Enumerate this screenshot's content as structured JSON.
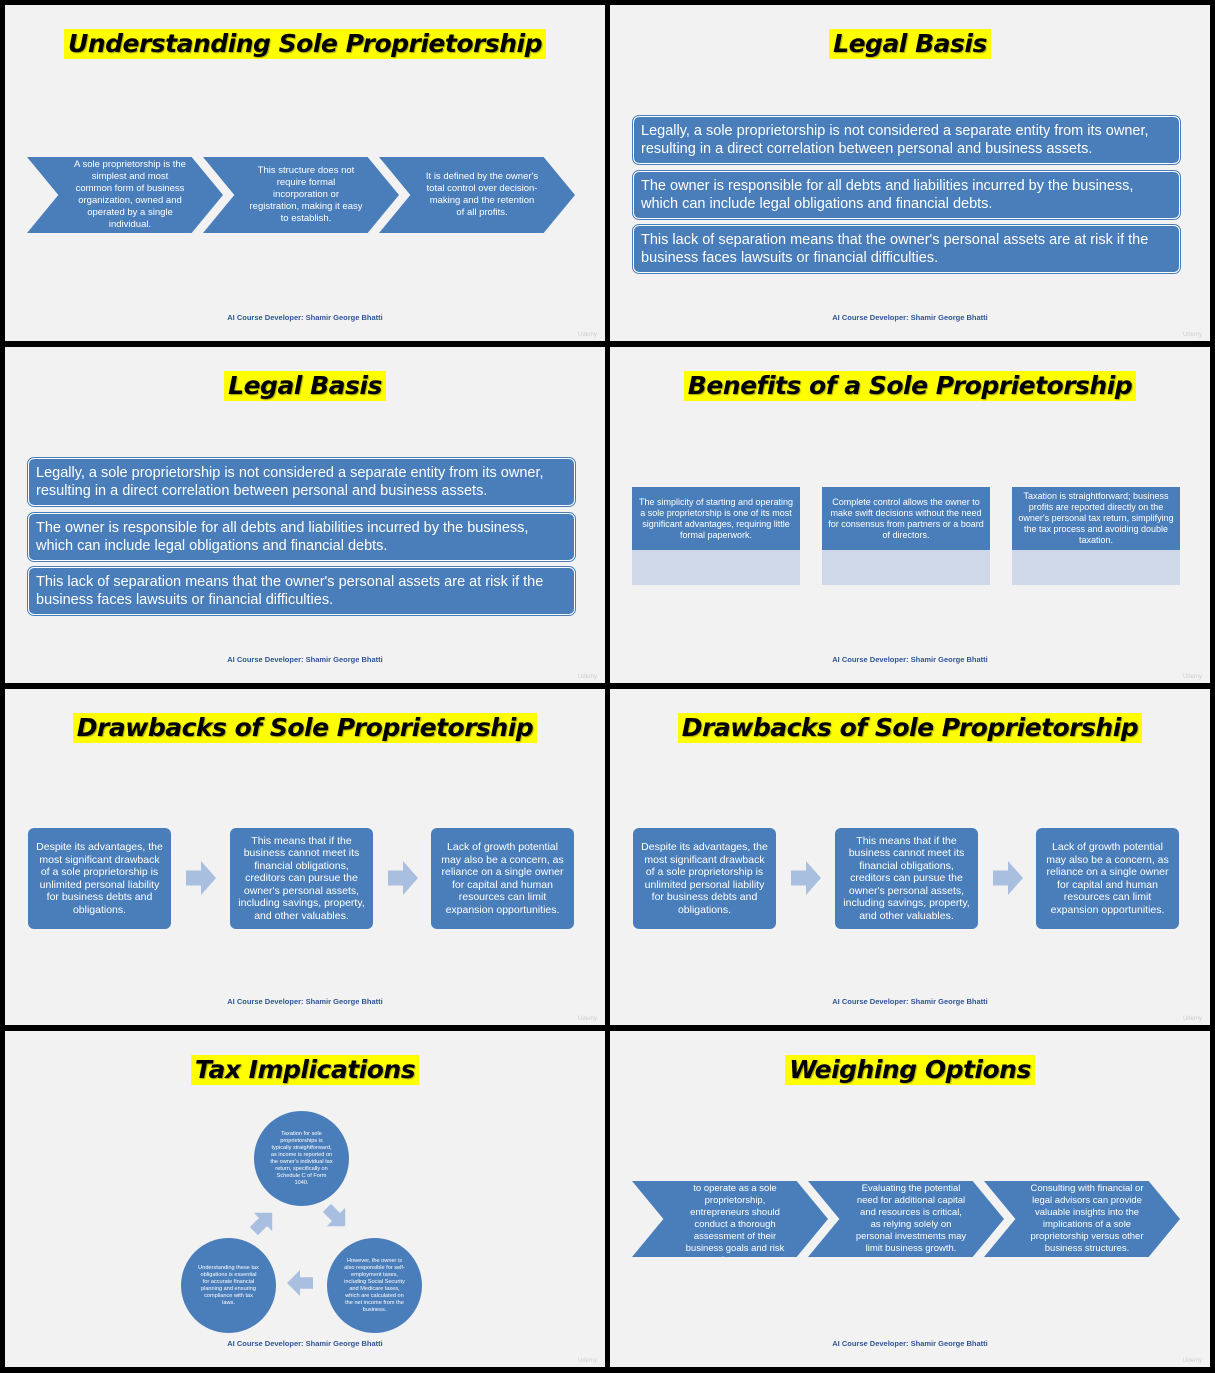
{
  "footer_text": "AI Course Developer: Shamir George Bhatti",
  "watermark_text": "Udemy",
  "colors": {
    "accent": "#4a7ebb",
    "highlight": "#ffff00",
    "footer": "#2f5597"
  },
  "slides": [
    {
      "title": "Understanding Sole Proprietorship",
      "items": [
        "A sole proprietorship is the simplest and most common form of business organization, owned and operated by a single individual.",
        "This structure does not require formal incorporation or registration, making it easy to establish.",
        "It is defined by the owner's total control over decision-making and the retention of all profits."
      ]
    },
    {
      "title": "Legal Basis",
      "items": [
        "Legally, a sole proprietorship is not considered a separate entity from its owner, resulting in a direct correlation between personal and business assets.",
        "The owner is responsible for all debts and liabilities incurred by the business, which can include legal obligations and financial debts.",
        "This lack of separation means that the owner's personal assets are at risk if the business faces lawsuits or financial difficulties."
      ]
    },
    {
      "title": "Legal Basis",
      "items": [
        "Legally, a sole proprietorship is not considered a separate entity from its owner, resulting in a direct correlation between personal and business assets.",
        "The owner is responsible for all debts and liabilities incurred by the business, which can include legal obligations and financial debts.",
        "This lack of separation means that the owner's personal assets are at risk if the business faces lawsuits or financial difficulties."
      ]
    },
    {
      "title": "Benefits of a Sole Proprietorship",
      "items": [
        "The simplicity of starting and operating a sole proprietorship is one of its most significant advantages, requiring little formal paperwork.",
        "Complete control allows the owner to make swift decisions without the need for consensus from partners or a board of directors.",
        "Taxation is straightforward; business profits are reported directly on the owner's personal tax return, simplifying the tax process and avoiding double taxation."
      ]
    },
    {
      "title": "Drawbacks of Sole Proprietorship",
      "items": [
        "Despite its advantages, the most significant drawback of a sole proprietorship is unlimited personal liability for business debts and obligations.",
        "This means that if the business cannot meet its financial obligations, creditors can pursue the owner's personal assets, including savings, property, and other valuables.",
        "Lack of growth potential may also be a concern, as reliance on a single owner for capital and human resources can limit expansion opportunities."
      ]
    },
    {
      "title": "Drawbacks of Sole Proprietorship",
      "items": [
        "Despite its advantages, the most significant drawback of a sole proprietorship is unlimited personal liability for business debts and obligations.",
        "This means that if the business cannot meet its financial obligations, creditors can pursue the owner's personal assets, including savings, property, and other valuables.",
        "Lack of growth potential may also be a concern, as reliance on a single owner for capital and human resources can limit expansion opportunities."
      ]
    },
    {
      "title": "Tax Implications",
      "items": [
        "Taxation for sole proprietorships is typically straightforward, as income is reported on the owner's individual tax return, specifically on Schedule C of Form 1040.",
        "However, the owner is also responsible for self-employment taxes, including Social Security and Medicare taxes, which are calculated on the net income from the business.",
        "Understanding these tax obligations is essential for accurate financial planning and ensuring compliance with tax laws."
      ]
    },
    {
      "title": "Weighing Options",
      "items": [
        "When considering whether to operate as a sole proprietorship, entrepreneurs should conduct a thorough assessment of their business goals and risk tolerance.",
        "Evaluating the potential need for additional capital and resources is critical, as relying solely on personal investments may limit business growth.",
        "Consulting with financial or legal advisors can provide valuable insights into the implications of a sole proprietorship versus other business structures."
      ]
    }
  ]
}
